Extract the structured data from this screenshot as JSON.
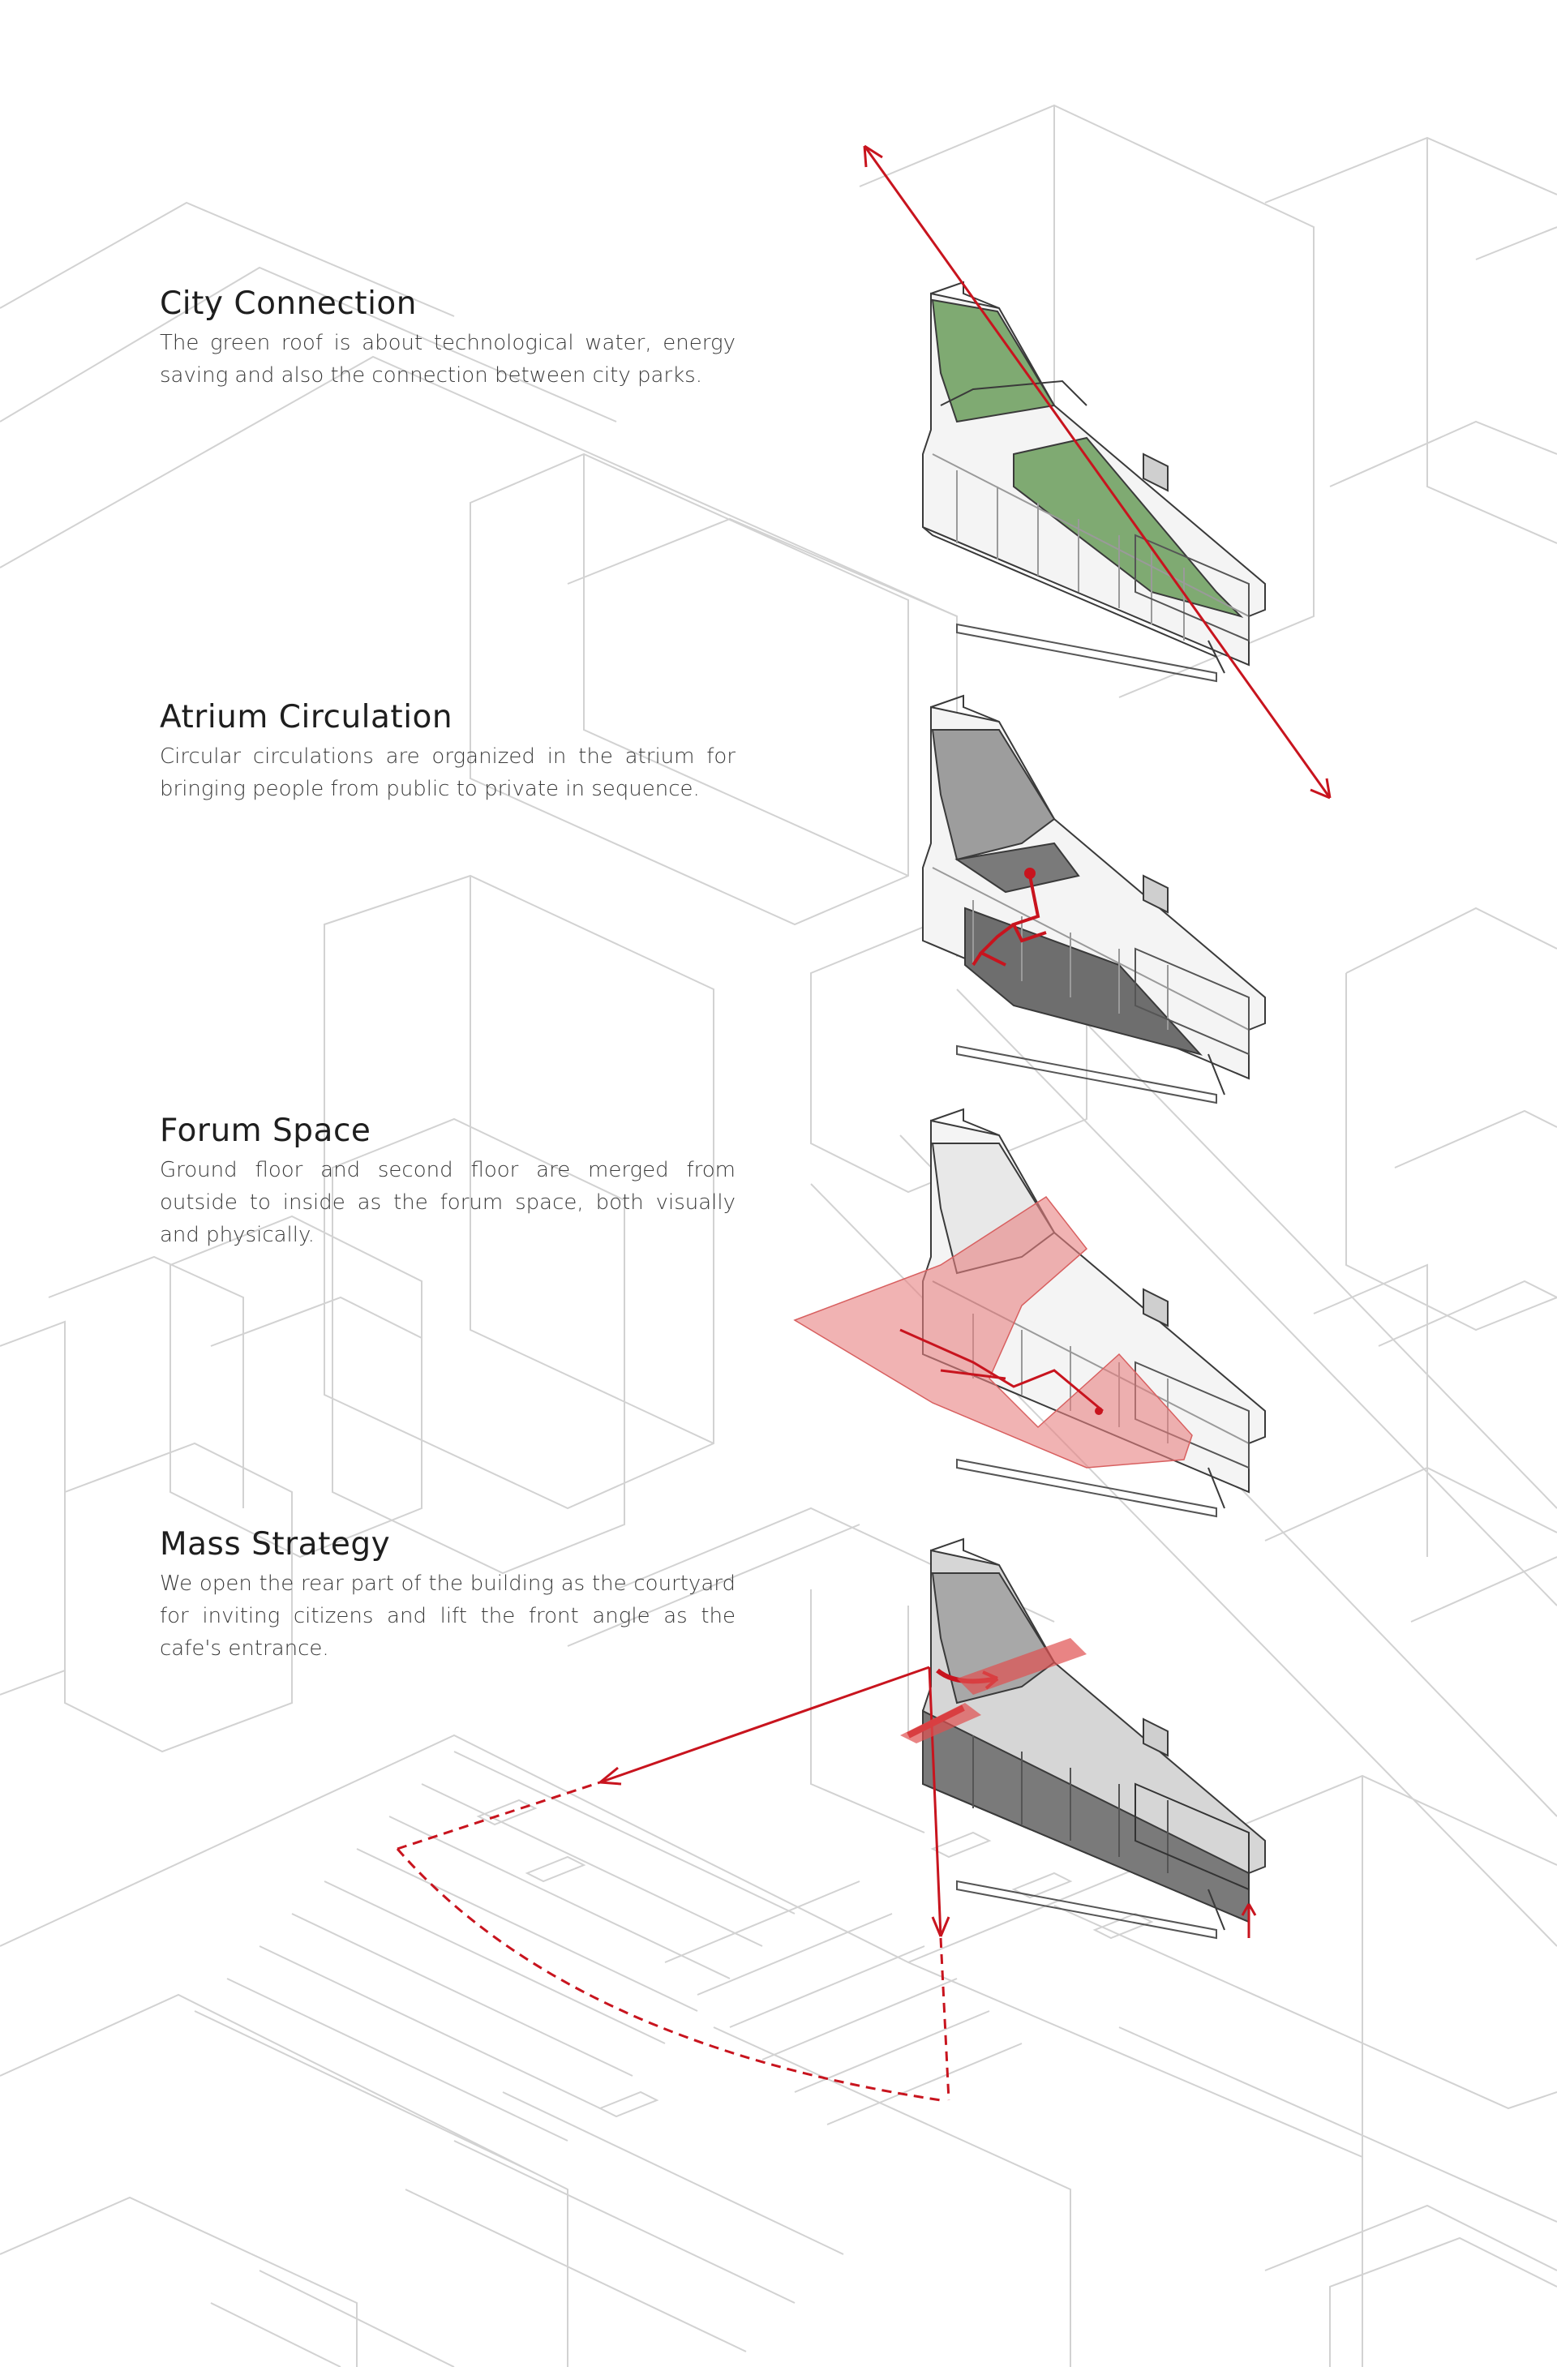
{
  "sections": [
    {
      "title": "City Connection",
      "text": "The green roof is about technological water, energy saving and also the connection between city parks."
    },
    {
      "title": "Atrium Circulation",
      "text": "Circular circulations are organized in the atrium for bringing people from public to private in sequence."
    },
    {
      "title": "Forum Space",
      "text": "Ground floor and second floor are merged from outside to inside as the forum space, both visually and physically."
    },
    {
      "title": "Mass Strategy",
      "text": "We open the rear part of the building as the courtyard for inviting citizens and lift the front angle as the cafe's entrance."
    }
  ],
  "colors": {
    "accent_red": "#c8141e",
    "green_roof": "#7faa72",
    "forum_fill": "#e88080",
    "context_lines": "#cfcfcf",
    "building_lines": "#3c3c3c",
    "building_fill_dark": "#6e6e6e"
  }
}
